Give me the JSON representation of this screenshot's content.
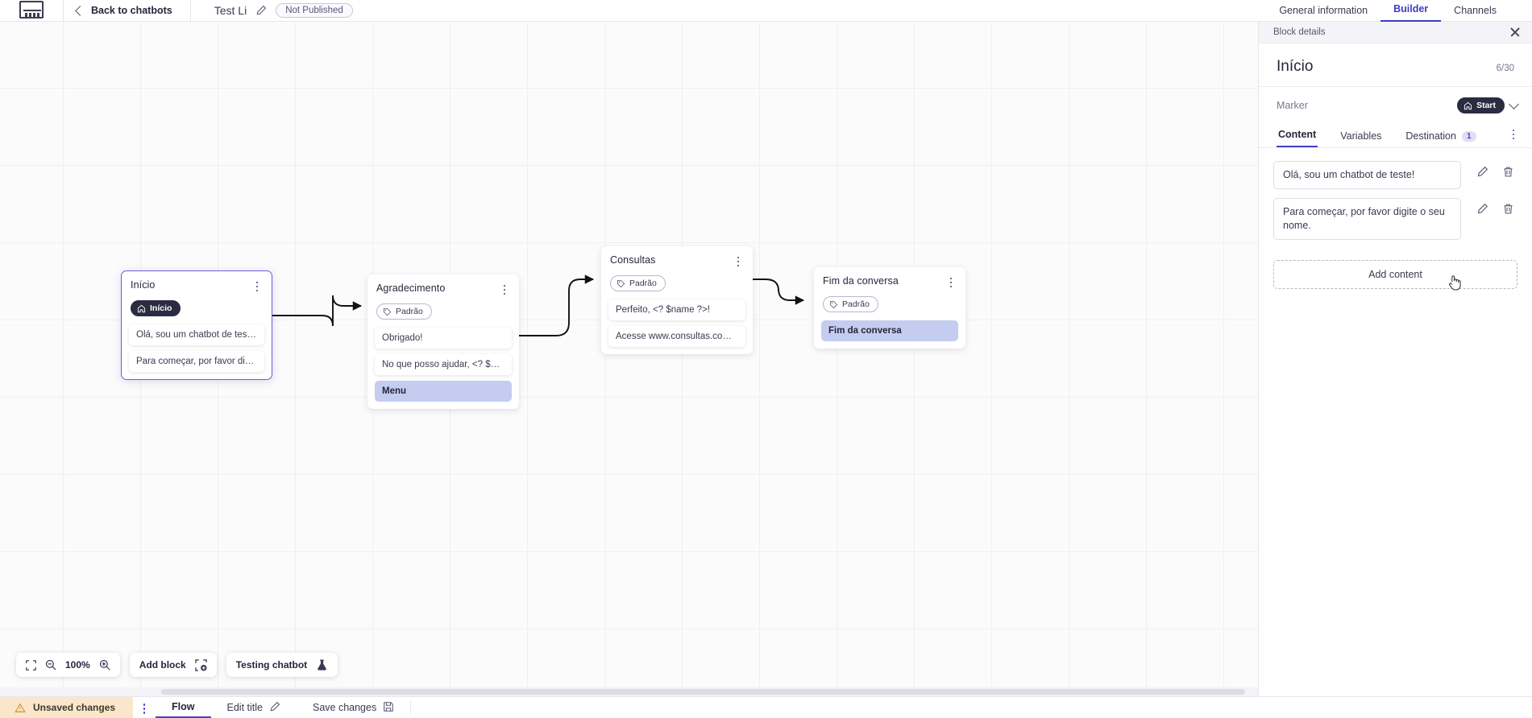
{
  "header": {
    "logo_name": "app-logo",
    "back_label": "Back to chatbots",
    "bot_title": "Test Li",
    "status_badge": "Not Published",
    "tabs": [
      {
        "label": "General information",
        "active": false
      },
      {
        "label": "Builder",
        "active": true
      },
      {
        "label": "Channels",
        "active": false
      }
    ]
  },
  "canvas": {
    "zoom_level": "100%",
    "add_block_label": "Add block",
    "testing_label": "Testing chatbot",
    "nodes": [
      {
        "id": "inicio",
        "title": "Início",
        "tag": "Início",
        "tag_type": "start",
        "selected": true,
        "messages": [
          {
            "text": "Olá, sou um chatbot de teste!",
            "highlight": false
          },
          {
            "text": "Para começar, por favor digite o ...",
            "highlight": false
          }
        ]
      },
      {
        "id": "agradecimento",
        "title": "Agradecimento",
        "tag": "Padrão",
        "tag_type": "default",
        "selected": false,
        "messages": [
          {
            "text": "Obrigado!",
            "highlight": false
          },
          {
            "text": "No que posso ajudar, <? $name ...",
            "highlight": false
          },
          {
            "text": "Menu",
            "highlight": true
          }
        ]
      },
      {
        "id": "consultas",
        "title": "Consultas",
        "tag": "Padrão",
        "tag_type": "default",
        "selected": false,
        "messages": [
          {
            "text": "Perfeito, <? $name ?>!",
            "highlight": false
          },
          {
            "text": "Acesse www.consultas.com par...",
            "highlight": false
          }
        ]
      },
      {
        "id": "fim",
        "title": "Fim da conversa",
        "tag": "Padrão",
        "tag_type": "default",
        "selected": false,
        "messages": [
          {
            "text": "Fim da conversa",
            "highlight": true
          }
        ]
      }
    ]
  },
  "panel": {
    "header_label": "Block details",
    "title": "Início",
    "char_count": "6/30",
    "marker_label": "Marker",
    "marker_value": "Start",
    "tabs": [
      {
        "label": "Content",
        "active": true,
        "badge": ""
      },
      {
        "label": "Variables",
        "active": false,
        "badge": ""
      },
      {
        "label": "Destination",
        "active": false,
        "badge": "1"
      }
    ],
    "contents": [
      {
        "text": "Olá, sou um chatbot de teste!"
      },
      {
        "text": "Para começar, por favor digite o seu nome."
      }
    ],
    "add_content_label": "Add content"
  },
  "bottombar": {
    "unsaved_label": "Unsaved changes",
    "items": [
      {
        "label": "Flow",
        "active": true,
        "icon": ""
      },
      {
        "label": "Edit title",
        "active": false,
        "icon": "pencil-icon"
      },
      {
        "label": "Save changes",
        "active": false,
        "icon": "save-icon"
      }
    ]
  },
  "colors": {
    "accent": "#4a40c8",
    "link": "#3c3cc4",
    "selected_border": "#6b5fd8",
    "highlight": "#c4ccf0",
    "start_pill": "#2b2b42",
    "warning_bg": "#fbe6cb"
  }
}
